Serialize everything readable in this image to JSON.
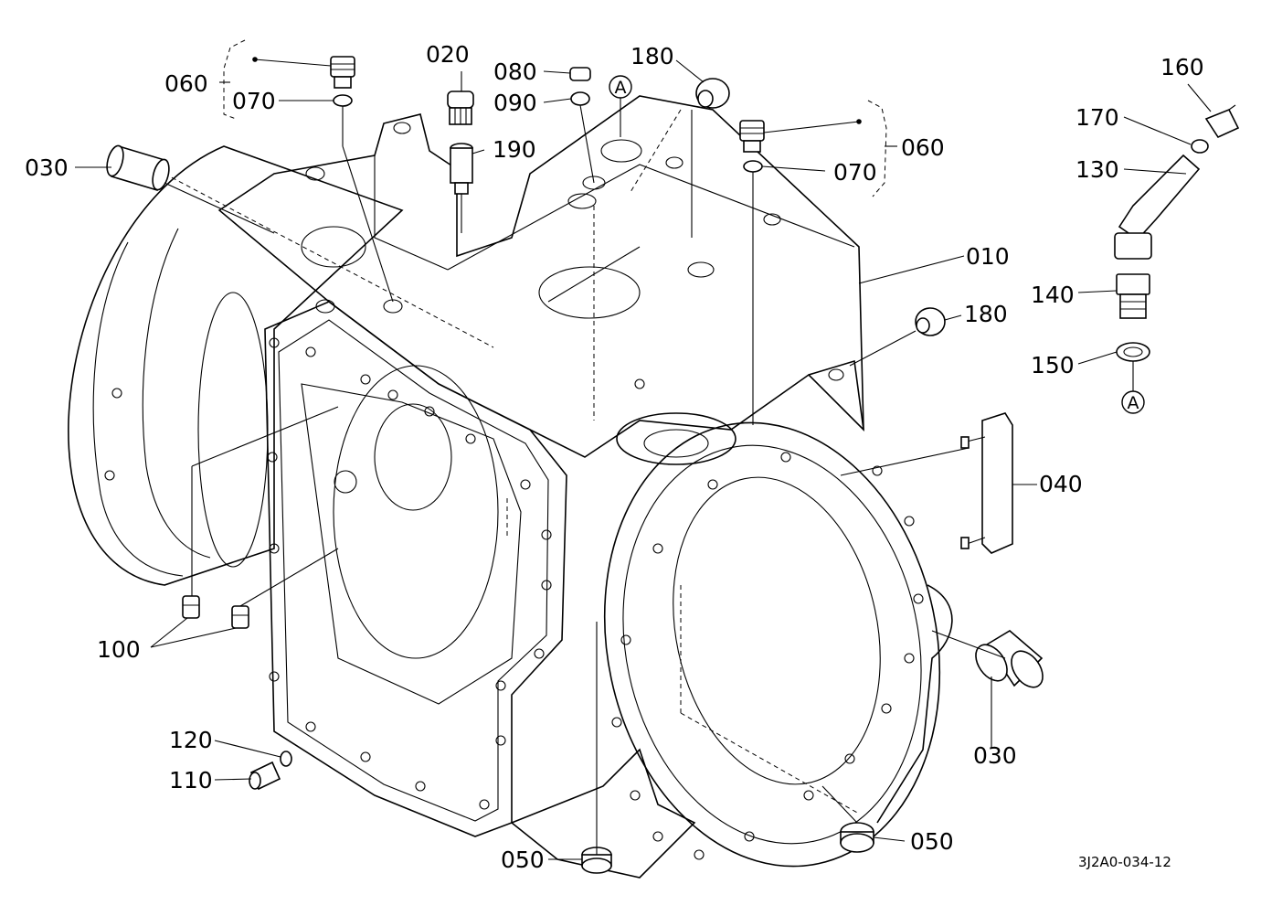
{
  "labels": {
    "l010": "010",
    "l020": "020",
    "l030a": "030",
    "l030b": "030",
    "l040": "040",
    "l050a": "050",
    "l050b": "050",
    "l060a": "060",
    "l060b": "060",
    "l070a": "070",
    "l070b": "070",
    "l080": "080",
    "l090": "090",
    "l100": "100",
    "l110": "110",
    "l120": "120",
    "l130": "130",
    "l140": "140",
    "l150": "150",
    "l160": "160",
    "l170": "170",
    "l180a": "180",
    "l180b": "180",
    "l190": "190"
  },
  "markers": {
    "a_top": "A",
    "a_right": "A"
  },
  "figure_code": "3J2A0-034-12"
}
